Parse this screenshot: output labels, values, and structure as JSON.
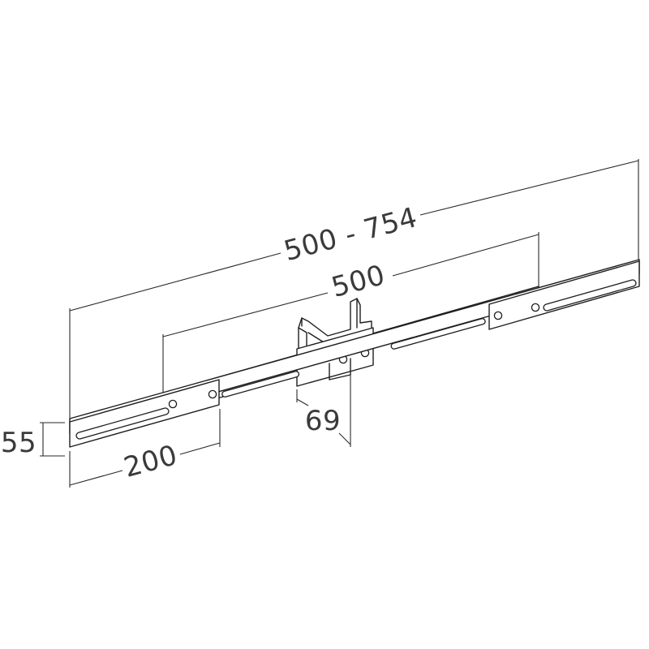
{
  "dimensions": {
    "overall_range": "500 - 754",
    "center_span": "500",
    "plate_length": "200",
    "plate_height": "55",
    "bracket_width": "69"
  }
}
